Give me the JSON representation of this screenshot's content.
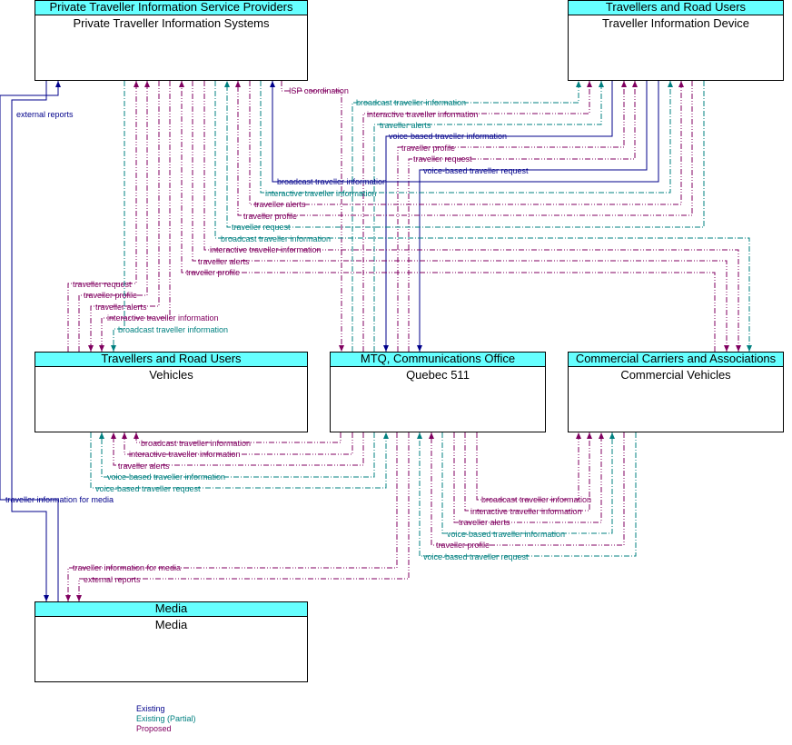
{
  "colors": {
    "existing": "#00008b",
    "partial": "#008080",
    "proposed": "#800060",
    "header_fill": "#66ffff"
  },
  "nodes": {
    "pti": {
      "stakeholder": "Private Traveller Information Service Providers",
      "element": "Private Traveller Information Systems"
    },
    "tid": {
      "stakeholder": "Travellers and Road Users",
      "element": "Traveller Information Device"
    },
    "veh": {
      "stakeholder": "Travellers and Road Users",
      "element": "Vehicles"
    },
    "q511": {
      "stakeholder": "MTQ, Communications Office",
      "element": "Quebec 511"
    },
    "cv": {
      "stakeholder": "Commercial Carriers and Associations",
      "element": "Commercial Vehicles"
    },
    "media": {
      "stakeholder": "Media",
      "element": "Media"
    }
  },
  "flows": [
    {
      "label": "external reports",
      "status": "existing"
    },
    {
      "label": "traveller information for media",
      "status": "existing"
    },
    {
      "label": "ISP coordination",
      "status": "proposed"
    },
    {
      "label": "broadcast traveller information",
      "status": "partial"
    },
    {
      "label": "interactive traveller information",
      "status": "proposed"
    },
    {
      "label": "traveller alerts",
      "status": "partial"
    },
    {
      "label": "voice-based traveller information",
      "status": "existing"
    },
    {
      "label": "traveller profile",
      "status": "proposed"
    },
    {
      "label": "traveller request",
      "status": "proposed"
    },
    {
      "label": "voice-based traveller request",
      "status": "existing"
    },
    {
      "label": "broadcast traveller information",
      "status": "existing"
    },
    {
      "label": "interactive traveller information",
      "status": "partial"
    },
    {
      "label": "traveller alerts",
      "status": "proposed"
    },
    {
      "label": "traveller profile",
      "status": "proposed"
    },
    {
      "label": "traveller request",
      "status": "partial"
    },
    {
      "label": "broadcast traveller information",
      "status": "partial"
    },
    {
      "label": "interactive traveller information",
      "status": "proposed"
    },
    {
      "label": "traveller alerts",
      "status": "proposed"
    },
    {
      "label": "traveller profile",
      "status": "proposed"
    },
    {
      "label": "traveller request",
      "status": "proposed"
    },
    {
      "label": "traveller profile",
      "status": "proposed"
    },
    {
      "label": "traveller alerts",
      "status": "proposed"
    },
    {
      "label": "interactive traveller information",
      "status": "proposed"
    },
    {
      "label": "broadcast traveller information",
      "status": "partial"
    },
    {
      "label": "broadcast traveller information",
      "status": "proposed"
    },
    {
      "label": "interactive traveller information",
      "status": "proposed"
    },
    {
      "label": "traveller alerts",
      "status": "proposed"
    },
    {
      "label": "voice-based traveller information",
      "status": "partial"
    },
    {
      "label": "voice-based traveller request",
      "status": "partial"
    },
    {
      "label": "broadcast traveller information",
      "status": "proposed"
    },
    {
      "label": "interactive traveller information",
      "status": "proposed"
    },
    {
      "label": "traveller alerts",
      "status": "proposed"
    },
    {
      "label": "voice-based traveller information",
      "status": "partial"
    },
    {
      "label": "traveller profile",
      "status": "proposed"
    },
    {
      "label": "voice-based traveller request",
      "status": "partial"
    },
    {
      "label": "traveller information for media",
      "status": "proposed"
    },
    {
      "label": "external reports",
      "status": "proposed"
    }
  ],
  "legend": [
    {
      "label": "Existing",
      "status": "existing"
    },
    {
      "label": "Existing (Partial)",
      "status": "partial"
    },
    {
      "label": "Proposed",
      "status": "proposed"
    }
  ]
}
